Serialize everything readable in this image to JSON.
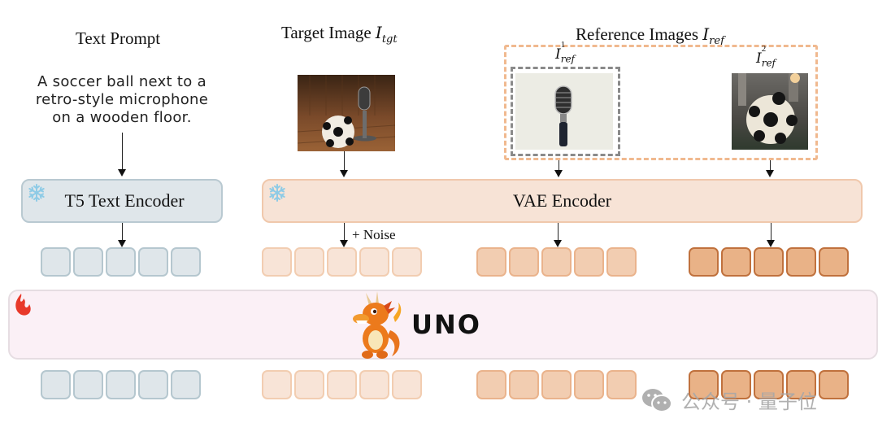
{
  "titles": {
    "text_prompt": "Text Prompt",
    "target_image": "Target Image ",
    "target_symbol": "I",
    "target_sub": "tgt",
    "reference_images": "Reference Images ",
    "reference_symbol": "I",
    "reference_sub": "ref"
  },
  "prompt_lines": [
    "A soccer ball next to a",
    "retro-style microphone",
    "on a wooden floor."
  ],
  "reference_labels": [
    {
      "symbol": "I",
      "sup": "1",
      "sub": "ref"
    },
    {
      "symbol": "I",
      "sup": "2",
      "sub": "ref"
    }
  ],
  "images": {
    "target": "soccer ball and retro microphone on wooden floor",
    "ref1": "retro microphone on white background",
    "ref2": "soccer ball in stadium"
  },
  "encoders": {
    "t5": {
      "label": "T5 Text Encoder",
      "icon": "snowflake-icon",
      "frozen": true
    },
    "vae": {
      "label": "VAE Encoder",
      "icon": "snowflake-icon",
      "frozen": true
    }
  },
  "noise_label": "+ Noise",
  "model": {
    "label": "UNO",
    "icon": "fire-icon",
    "trainable": true,
    "mascot": "dragon"
  },
  "token_groups": [
    {
      "name": "text",
      "count": 5
    },
    {
      "name": "target",
      "count": 5
    },
    {
      "name": "ref1",
      "count": 5
    },
    {
      "name": "ref2",
      "count": 5
    }
  ],
  "colors": {
    "t5": "#dfe6ea",
    "vae": "#f7e3d6",
    "ref1_token": "#f2cdb1",
    "ref2_token": "#e9b287",
    "uno": "#fbf0f6",
    "fire": "#e8392a",
    "snowflake": "#8ecbe6"
  },
  "watermark": {
    "text": "公众号 · 量子位",
    "icon": "wechat-icon"
  }
}
